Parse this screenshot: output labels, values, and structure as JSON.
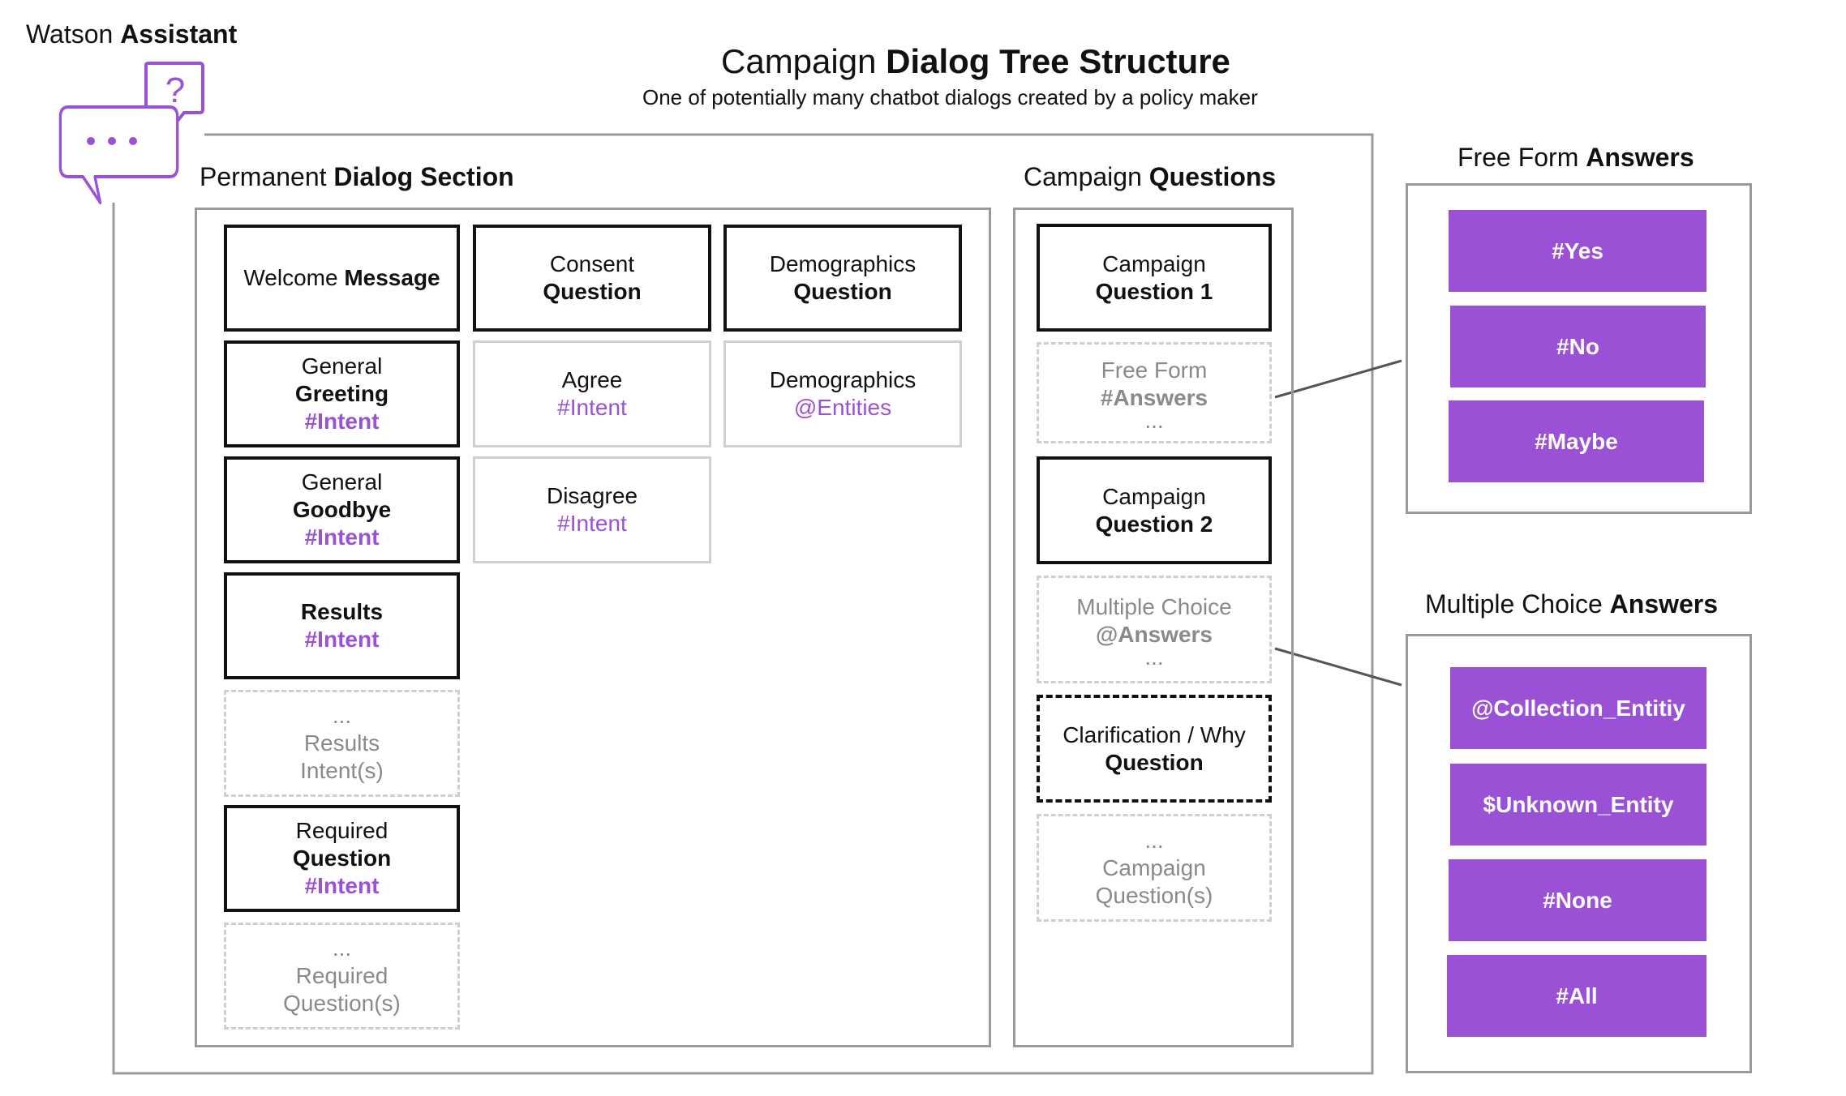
{
  "brand": {
    "prefix": "Watson",
    "name": "Assistant"
  },
  "icons": {
    "question_bubble": "question-speech-bubble-icon",
    "ellipsis_bubble": "ellipsis-speech-bubble-icon",
    "accent": "#9b51d6"
  },
  "title": {
    "prefix": "Campaign",
    "bold": "Dialog Tree Structure",
    "subtitle": "One of potentially many chatbot dialogs created by a policy maker"
  },
  "permanent": {
    "heading_prefix": "Permanent",
    "heading_bold": "Dialog Section",
    "welcome": {
      "a": "Welcome",
      "b": "Message"
    },
    "general_greeting": {
      "l1": "General",
      "l2": "Greeting",
      "l3": "#Intent"
    },
    "general_goodbye": {
      "l1": "General",
      "l2": "Goodbye",
      "l3": "#Intent"
    },
    "results": {
      "l1": "Results",
      "l2": "#Intent"
    },
    "results_more": {
      "l1": "...",
      "l2": "Results",
      "l3": "Intent(s)"
    },
    "required": {
      "l1": "Required",
      "l2": "Question",
      "l3": "#Intent"
    },
    "required_more": {
      "l1": "...",
      "l2": "Required",
      "l3": "Question(s)"
    },
    "consent": {
      "l1": "Consent",
      "l2": "Question"
    },
    "agree": {
      "l1": "Agree",
      "l2": "#Intent"
    },
    "disagree": {
      "l1": "Disagree",
      "l2": "#Intent"
    },
    "demographics": {
      "l1": "Demographics",
      "l2": "Question"
    },
    "demographics_entities": {
      "l1": "Demographics",
      "l2": "@Entities"
    }
  },
  "campaign": {
    "heading_prefix": "Campaign",
    "heading_bold": "Questions",
    "q1": {
      "l1": "Campaign",
      "l2": "Question 1"
    },
    "free_form": {
      "l1": "Free Form",
      "l2": "#Answers",
      "l3": "..."
    },
    "q2": {
      "l1": "Campaign",
      "l2": "Question 2"
    },
    "multiple_choice": {
      "l1": "Multiple Choice",
      "l2": "@Answers",
      "l3": "..."
    },
    "clarification": {
      "l1": "Clarification / Why",
      "l2": "Question"
    },
    "more": {
      "l1": "...",
      "l2": "Campaign",
      "l3": "Question(s)"
    }
  },
  "free_form_answers": {
    "heading_prefix": "Free Form",
    "heading_bold": "Answers",
    "items": [
      "#Yes",
      "#No",
      "#Maybe"
    ]
  },
  "multiple_choice_answers": {
    "heading_prefix": "Multiple Choice",
    "heading_bold": "Answers",
    "items": [
      "@Collection_Entitiy",
      "$Unknown_Entity",
      "#None",
      "#All"
    ]
  }
}
